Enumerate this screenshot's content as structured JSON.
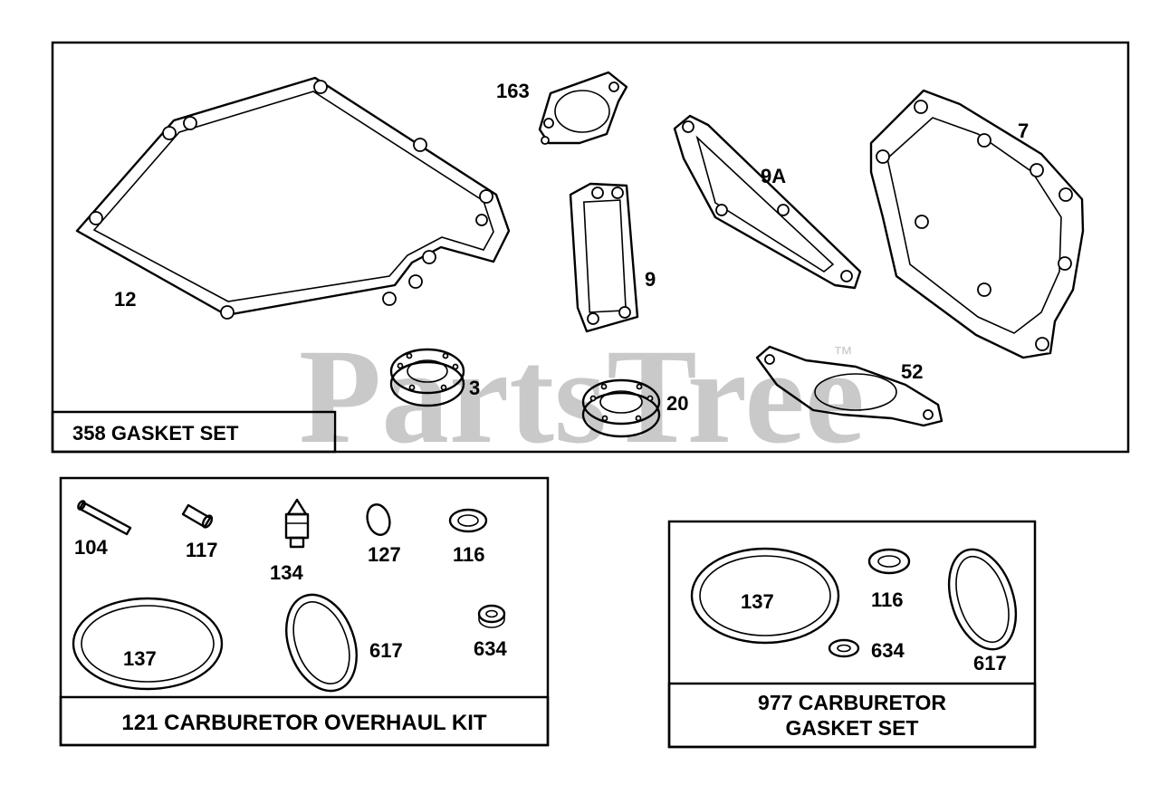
{
  "watermark": {
    "text": "PartsTree",
    "mark": "™"
  },
  "groups": [
    {
      "id": "gasket-set",
      "title": "358 GASKET SET"
    },
    {
      "id": "carb-overhaul-kit",
      "title": "121 CARBURETOR OVERHAUL KIT"
    },
    {
      "id": "carb-gasket-set",
      "title_line1": "977 CARBURETOR",
      "title_line2": "GASKET SET"
    }
  ],
  "parts": {
    "p12": "12",
    "p163": "163",
    "p9": "9",
    "p9a": "9A",
    "p7": "7",
    "p3": "3",
    "p20": "20",
    "p52": "52",
    "k104": "104",
    "k117": "117",
    "k134": "134",
    "k127": "127",
    "k116": "116",
    "k137": "137",
    "k617": "617",
    "k634": "634",
    "g137": "137",
    "g116": "116",
    "g634": "634",
    "g617": "617"
  },
  "colors": {
    "line": "#000000",
    "watermark": "#c9c9c9",
    "background": "#ffffff"
  }
}
